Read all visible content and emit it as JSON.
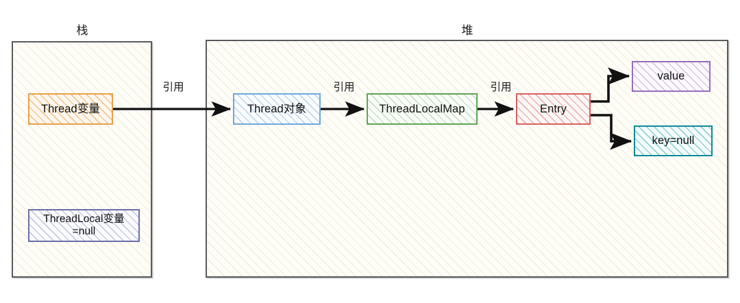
{
  "diagram": {
    "title_stack": "栈",
    "title_heap": "堆",
    "regions": [
      {
        "name": "stack",
        "label": "栈"
      },
      {
        "name": "heap",
        "label": "堆"
      }
    ],
    "nodes": [
      {
        "id": "thread-var",
        "label": "Thread变量",
        "accent": "#e8a04a"
      },
      {
        "id": "threadlocal-var",
        "label": "ThreadLocal变量\n=null",
        "accent": "#6b6fa8"
      },
      {
        "id": "thread-object",
        "label": "Thread对象",
        "accent": "#6ea8dc"
      },
      {
        "id": "threadlocalmap",
        "label": "ThreadLocalMap",
        "accent": "#5fa555"
      },
      {
        "id": "entry",
        "label": "Entry",
        "accent": "#d95f5f"
      },
      {
        "id": "value",
        "label": "value",
        "accent": "#9b6cc0"
      },
      {
        "id": "key-null",
        "label": "key=null",
        "accent": "#0f8a99"
      }
    ],
    "edges": [
      {
        "from": "thread-var",
        "to": "thread-object",
        "label": "引用"
      },
      {
        "from": "thread-object",
        "to": "threadlocalmap",
        "label": "引用"
      },
      {
        "from": "threadlocalmap",
        "to": "entry",
        "label": "引用"
      },
      {
        "from": "entry",
        "to": "value",
        "label": ""
      },
      {
        "from": "entry",
        "to": "key-null",
        "label": ""
      }
    ],
    "colors": {
      "container_border": "#595a5c",
      "container_fill": "#fefdf8",
      "connector": "#111111",
      "text": "#111111"
    }
  }
}
